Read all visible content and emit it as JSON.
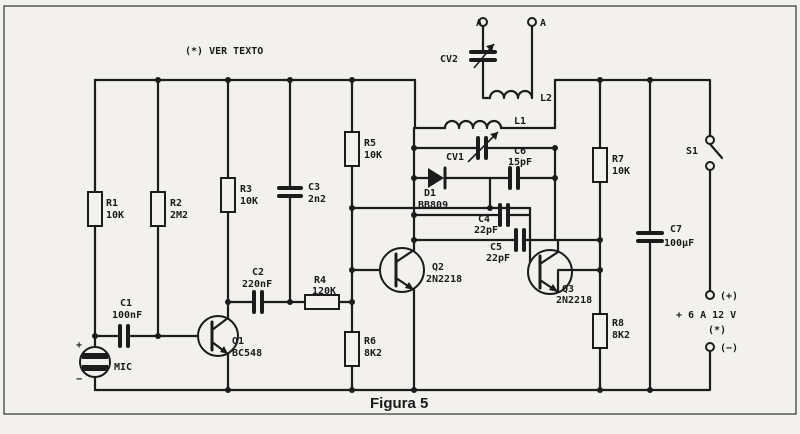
{
  "note": "(*) VER TEXTO",
  "caption": "Figura 5",
  "antenna": [
    "A",
    "A"
  ],
  "labels": {
    "r1": [
      "R1",
      "10K"
    ],
    "r2": [
      "R2",
      "2M2"
    ],
    "r3": [
      "R3",
      "10K"
    ],
    "r4": [
      "R4",
      "120K"
    ],
    "r5": [
      "R5",
      "10K"
    ],
    "r6": [
      "R6",
      "8K2"
    ],
    "r7": [
      "R7",
      "10K"
    ],
    "r8": [
      "R8",
      "8K2"
    ],
    "c1": [
      "C1",
      "100nF"
    ],
    "c2": [
      "C2",
      "220nF"
    ],
    "c3": [
      "C3",
      "2n2"
    ],
    "c4": [
      "C4",
      "22pF"
    ],
    "c5": [
      "C5",
      "22pF"
    ],
    "c6": [
      "C6",
      "15pF"
    ],
    "c7": [
      "C7",
      "100µF"
    ],
    "cv1": "CV1",
    "cv2": "CV2",
    "l1": "L1",
    "l2": "L2",
    "d1": [
      "D1",
      "BB809"
    ],
    "q1": [
      "Q1",
      "BC548"
    ],
    "q2": [
      "Q2",
      "2N2218"
    ],
    "q3": [
      "Q3",
      "2N2218"
    ],
    "s1": "S1",
    "mic": "MIC",
    "plus": "+",
    "minus": "−",
    "supply_pos": "(+)",
    "supply_neg": "(−)",
    "supply_value": "+ 6 A 12 V",
    "supply_note": "(*)"
  }
}
